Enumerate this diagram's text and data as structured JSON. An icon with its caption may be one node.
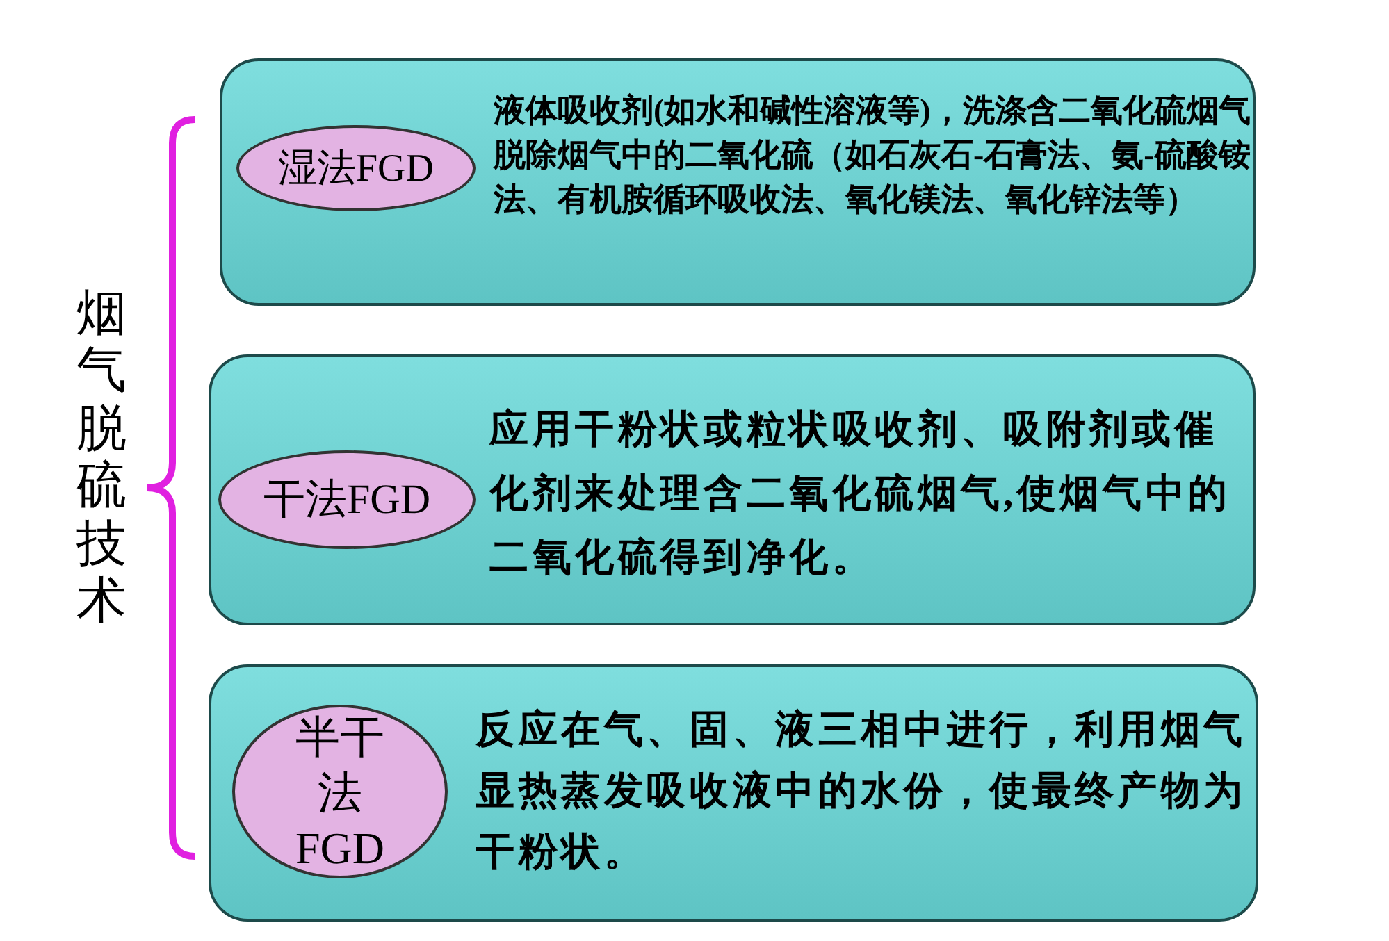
{
  "diagram": {
    "nodes": [
      {
        "text": [
          "液体吸收剂(如水和碱性溶液等)，洗涤含二氧化硫烟气脱除烟气中的二氧化硫（如石灰石-石膏法、氨-硫酸铵法、有机胺循环吸收法、氧化镁法、氧化锌法等）"
        ]
      },
      {
        "text": [
          "湿法FGD"
        ],
        "in": 0
      },
      {
        "text": [
          "应用干粉状或粒状吸收剂、吸附剂或催化剂来处理含二氧化硫烟气,使烟气中的二氧化硫得到净化。"
        ]
      },
      {
        "text": [
          "干法FGD"
        ],
        "in": 2
      },
      {
        "text": [
          "反应在气、固、液三相中进行，利用烟气显热蒸发吸收液中的水份，使最终产物为干粉状。"
        ]
      },
      {
        "text": [
          "半干法FGD"
        ],
        "in": 4
      }
    ],
    "edges": [],
    "labels": [
      "烟气脱硫技术"
    ]
  }
}
